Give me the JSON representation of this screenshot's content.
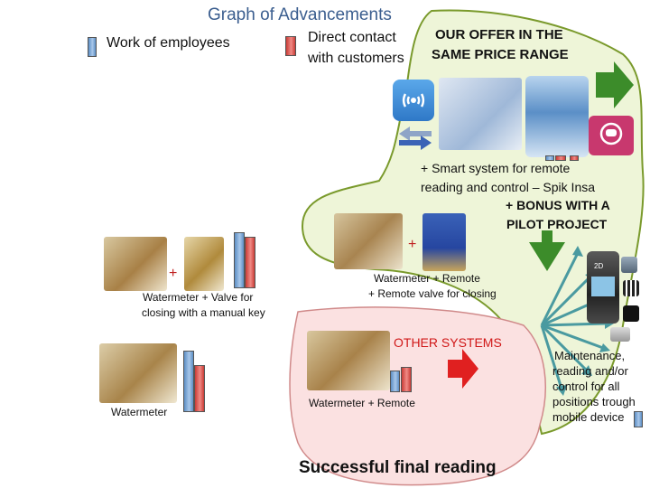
{
  "title": "Graph of Advancements",
  "legend": {
    "work_label": "Work of employees",
    "contact_label_line1": "Direct contact",
    "contact_label_line2": "with customers"
  },
  "offer": {
    "line1": "OUR OFFER IN THE",
    "line2": "SAME PRICE RANGE"
  },
  "smart": {
    "line1": "+ Smart system for remote",
    "line2": "reading and control – Spik Insa"
  },
  "bonus": {
    "line1": "+ BONUS WITH A",
    "line2": "PILOT PROJECT"
  },
  "stages": {
    "watermeter": "Watermeter",
    "valve_line1": "Watermeter + Valve for",
    "valve_line2": "closing with a manual key",
    "remote_valve_line1": "Watermeter + Remote",
    "remote_valve_line2": "+ Remote valve for closing",
    "remote": "Watermeter + Remote"
  },
  "plus_sign": "+",
  "other_systems": "OTHER SYSTEMS",
  "final": "Successful final reading",
  "maintenance": {
    "line1": "Maintenance,",
    "line2": "reading and/or",
    "line3": "control for all",
    "line4": "positions trough",
    "line5": "mobile device"
  },
  "device_label": "2D",
  "colors": {
    "title": "#3b5e8f",
    "blob_green_fill": "#eef5d8",
    "blob_green_stroke": "#7a9a2c",
    "blob_red_fill": "#fbe1e1",
    "blob_red_stroke": "#d08a8a",
    "arrow_green": "#3c8c2a",
    "arrow_red": "#e02020",
    "arrow_teal": "#4a9aa0",
    "bar_blue": "#7fa8d6",
    "bar_red": "#dd4a44"
  }
}
